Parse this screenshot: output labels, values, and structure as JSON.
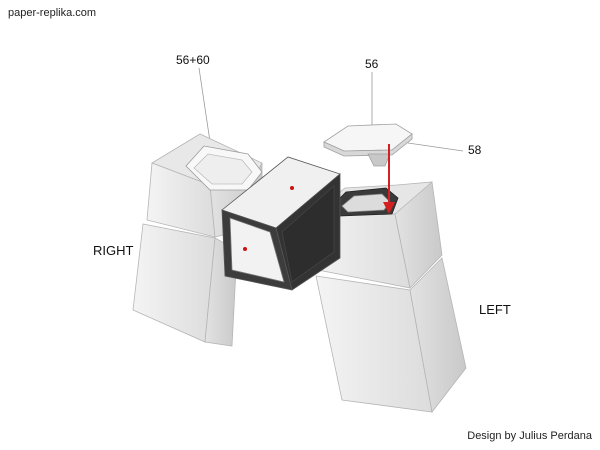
{
  "site_label": "paper-replika.com",
  "credit": "Design by Julius Perdana",
  "labels": {
    "part_left_top": "56+60",
    "part_right_top": "56",
    "part_right_side": "58",
    "side_right": "RIGHT",
    "side_left": "LEFT"
  },
  "colors": {
    "arrow": "#d42020",
    "pin": "#cc1111",
    "dark_panel": "#333333"
  }
}
